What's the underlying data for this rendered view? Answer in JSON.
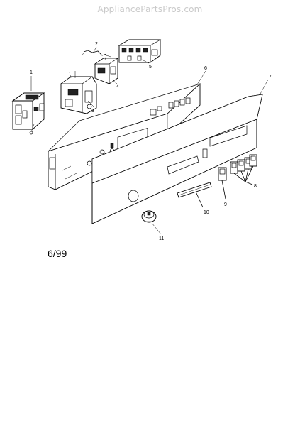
{
  "watermark": "AppliancePartsPros.com",
  "date_code": "6/99",
  "callouts": {
    "c1": "1",
    "c2": "2",
    "c3": "3",
    "c4": "4",
    "c5": "5",
    "c6": "6",
    "c7": "7",
    "c8": "8",
    "c9": "9",
    "c10": "10",
    "c11": "11"
  }
}
